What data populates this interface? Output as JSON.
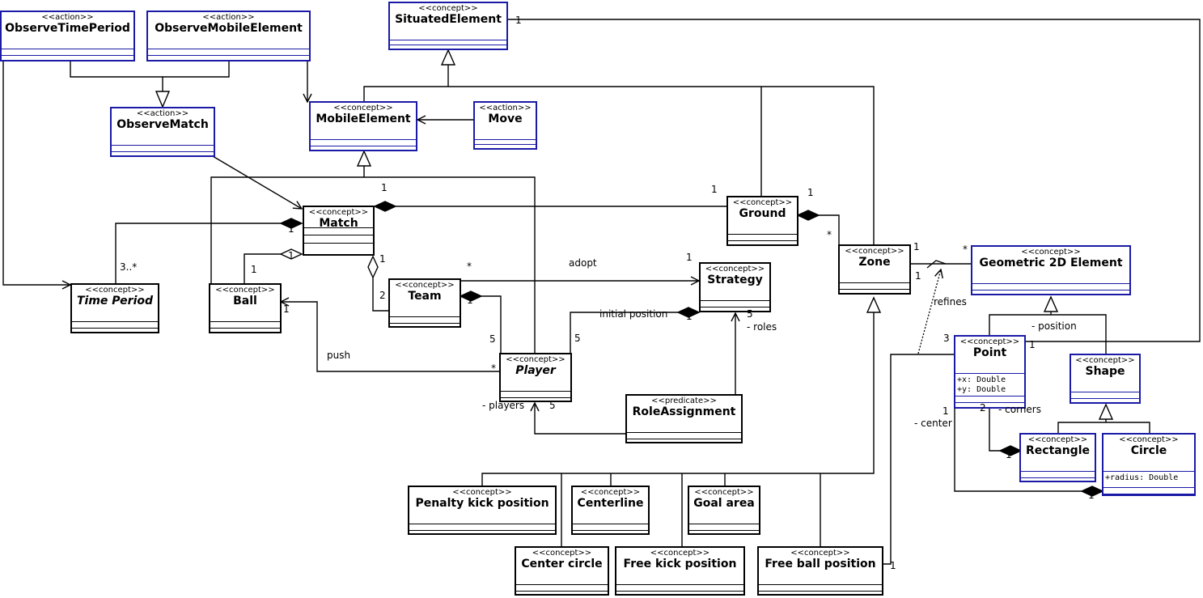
{
  "classes": [
    {
      "id": "observe-time-period",
      "stereotype": "<<action>>",
      "name": "ObserveTimePeriod",
      "blue": true,
      "italic": false,
      "attrs": []
    },
    {
      "id": "observe-mobile-element",
      "stereotype": "<<action>>",
      "name": "ObserveMobileElement",
      "blue": true,
      "italic": false,
      "attrs": []
    },
    {
      "id": "situated-element",
      "stereotype": "<<concept>>",
      "name": "SituatedElement",
      "blue": true,
      "italic": false,
      "attrs": []
    },
    {
      "id": "observe-match",
      "stereotype": "<<action>>",
      "name": "ObserveMatch",
      "blue": true,
      "italic": false,
      "attrs": []
    },
    {
      "id": "mobile-element",
      "stereotype": "<<concept>>",
      "name": "MobileElement",
      "blue": true,
      "italic": false,
      "attrs": []
    },
    {
      "id": "move",
      "stereotype": "<<action>>",
      "name": "Move",
      "blue": true,
      "italic": false,
      "attrs": []
    },
    {
      "id": "match",
      "stereotype": "<<concept>>",
      "name": "Match",
      "blue": false,
      "italic": false,
      "attrs": []
    },
    {
      "id": "ground",
      "stereotype": "<<concept>>",
      "name": "Ground",
      "blue": false,
      "italic": false,
      "attrs": []
    },
    {
      "id": "time-period",
      "stereotype": "<<concept>>",
      "name": "Time Period",
      "blue": false,
      "italic": true,
      "attrs": []
    },
    {
      "id": "ball",
      "stereotype": "<<concept>>",
      "name": "Ball",
      "blue": false,
      "italic": false,
      "attrs": []
    },
    {
      "id": "team",
      "stereotype": "<<concept>>",
      "name": "Team",
      "blue": false,
      "italic": false,
      "attrs": []
    },
    {
      "id": "strategy",
      "stereotype": "<<concept>>",
      "name": "Strategy",
      "blue": false,
      "italic": false,
      "attrs": []
    },
    {
      "id": "zone",
      "stereotype": "<<concept>>",
      "name": "Zone",
      "blue": false,
      "italic": false,
      "attrs": []
    },
    {
      "id": "geometric-2d-element",
      "stereotype": "<<concept>>",
      "name": "Geometric 2D Element",
      "blue": true,
      "italic": false,
      "attrs": []
    },
    {
      "id": "player",
      "stereotype": "<<concept>>",
      "name": "Player",
      "blue": false,
      "italic": true,
      "attrs": []
    },
    {
      "id": "point",
      "stereotype": "<<concept>>",
      "name": "Point",
      "blue": true,
      "italic": false,
      "attrs": [
        "+x: Double",
        "+y: Double"
      ]
    },
    {
      "id": "shape",
      "stereotype": "<<concept>>",
      "name": "Shape",
      "blue": true,
      "italic": false,
      "attrs": []
    },
    {
      "id": "role-assignment",
      "stereotype": "<<predicate>>",
      "name": "RoleAssignment",
      "blue": false,
      "italic": false,
      "attrs": []
    },
    {
      "id": "rectangle",
      "stereotype": "<<concept>>",
      "name": "Rectangle",
      "blue": true,
      "italic": false,
      "attrs": []
    },
    {
      "id": "circle",
      "stereotype": "<<concept>>",
      "name": "Circle",
      "blue": true,
      "italic": false,
      "attrs": [
        "+radius: Double"
      ]
    },
    {
      "id": "penalty-kick-position",
      "stereotype": "<<concept>>",
      "name": "Penalty kick position",
      "blue": false,
      "italic": false,
      "attrs": []
    },
    {
      "id": "centerline",
      "stereotype": "<<concept>>",
      "name": "Centerline",
      "blue": false,
      "italic": false,
      "attrs": []
    },
    {
      "id": "goal-area",
      "stereotype": "<<concept>>",
      "name": "Goal area",
      "blue": false,
      "italic": false,
      "attrs": []
    },
    {
      "id": "center-circle",
      "stereotype": "<<concept>>",
      "name": "Center circle",
      "blue": false,
      "italic": false,
      "attrs": []
    },
    {
      "id": "free-kick-position",
      "stereotype": "<<concept>>",
      "name": "Free kick position",
      "blue": false,
      "italic": false,
      "attrs": []
    },
    {
      "id": "free-ball-position",
      "stereotype": "<<concept>>",
      "name": "Free ball position",
      "blue": false,
      "italic": false,
      "attrs": []
    }
  ],
  "labels": [
    "1",
    "1",
    "1",
    "1",
    "1",
    "*",
    "3..*",
    "1",
    "1",
    "1",
    "*",
    "1",
    "adopt",
    "1",
    "2",
    "1",
    "*",
    "1",
    "initial position",
    "1",
    "5",
    "- roles",
    "1",
    "1",
    "refines",
    "- position",
    "3",
    "5",
    "5",
    "push",
    "*",
    "- players",
    "5",
    "2",
    "- corners",
    "1",
    "- center",
    "1",
    "1",
    "1"
  ]
}
